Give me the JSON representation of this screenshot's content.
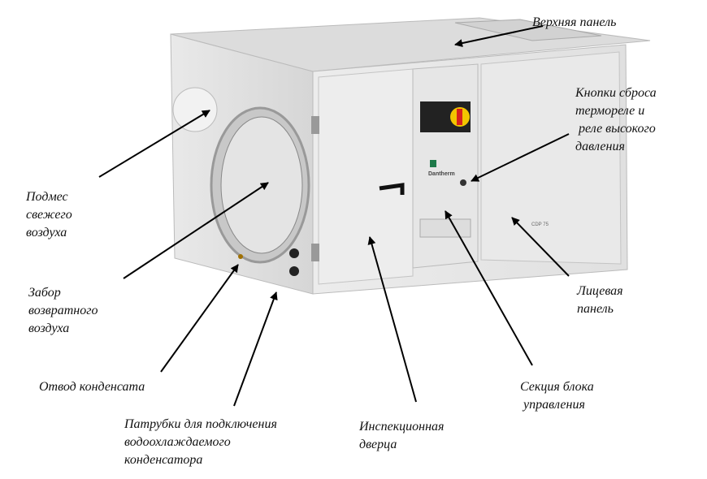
{
  "labels": {
    "top_panel": "Верхняя панель",
    "reset_buttons": [
      "Кнопки сброса",
      "термореле и",
      " реле высокого",
      "давления"
    ],
    "fresh_air": [
      "Подмес",
      "свежего",
      "воздуха"
    ],
    "return_air": [
      "Забор",
      "возвратного",
      "воздуха"
    ],
    "condensate_drain": "Отвод конденсата",
    "pipes": [
      "Патрубки для подключения",
      "водоохлаждаемого",
      "конденсатора"
    ],
    "inspection_door": [
      "Инспекционная",
      "дверца"
    ],
    "control_section": [
      "Секция блока",
      " управления"
    ],
    "front_panel": [
      "Лицевая",
      "панель"
    ]
  },
  "product": {
    "brand": "Dantherm",
    "model": "CDP 75"
  },
  "colors": {
    "switch_red": "#d8221c",
    "switch_yellow": "#f2c500",
    "logo_green": "#1e7a4a"
  }
}
